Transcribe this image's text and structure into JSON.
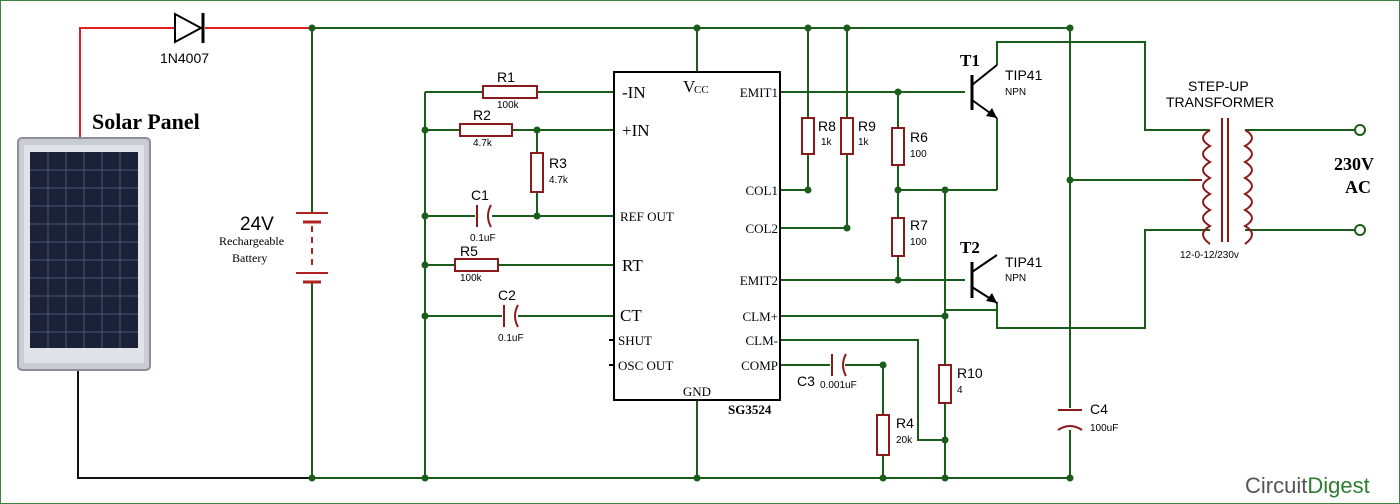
{
  "diagram": {
    "colors": {
      "wire": "#1a5c1a",
      "positive_wire": "#e02020",
      "component": "#8b1a1a"
    },
    "panel": {
      "title": "Solar Panel"
    },
    "diode": {
      "label": "1N4007"
    },
    "battery": {
      "voltage": "24V",
      "line1": "Rechargeable",
      "line2": "Battery"
    },
    "ic": {
      "name": "SG3524",
      "vcc_v": "V",
      "vcc_cc": "CC",
      "pins_left": [
        "-IN",
        "+IN",
        "REF OUT",
        "RT",
        "CT",
        "SHUT",
        "OSC OUT"
      ],
      "pins_right": [
        "EMIT1",
        "COL1",
        "COL2",
        "EMIT2",
        "CLM+",
        "CLM-",
        "COMP"
      ],
      "pin_bottom": "GND"
    },
    "resistors": [
      {
        "name": "R1",
        "value": "100k"
      },
      {
        "name": "R2",
        "value": "4.7k"
      },
      {
        "name": "R3",
        "value": "4.7k"
      },
      {
        "name": "R5",
        "value": "100k"
      },
      {
        "name": "R8",
        "value": "1k"
      },
      {
        "name": "R9",
        "value": "1k"
      },
      {
        "name": "R6",
        "value": "100"
      },
      {
        "name": "R7",
        "value": "100"
      },
      {
        "name": "R10",
        "value": "4"
      },
      {
        "name": "R4",
        "value": "20k"
      }
    ],
    "capacitors": [
      {
        "name": "C1",
        "value": "0.1uF"
      },
      {
        "name": "C2",
        "value": "0.1uF"
      },
      {
        "name": "C3",
        "value": "0.001uF"
      },
      {
        "name": "C4",
        "value": "100uF"
      }
    ],
    "transistors": [
      {
        "name": "T1",
        "model": "TIP41",
        "type": "NPN"
      },
      {
        "name": "T2",
        "model": "TIP41",
        "type": "NPN"
      }
    ],
    "transformer": {
      "line1": "STEP-UP",
      "line2": "TRANSFORMER",
      "rating": "12-0-12/230v"
    },
    "output": {
      "voltage": "230V",
      "type": "AC"
    },
    "brand": {
      "part1": "Circuit",
      "part2": "Digest"
    }
  }
}
